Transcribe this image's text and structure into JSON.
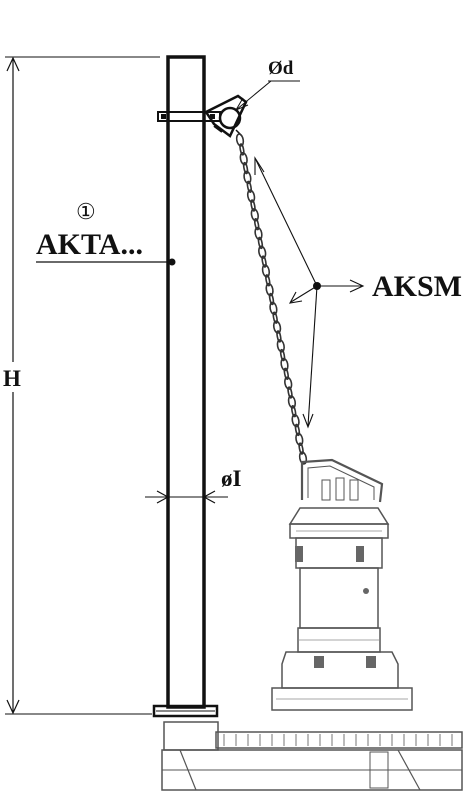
{
  "labels": {
    "item_number": "①",
    "pipe_label": "AKTA...",
    "chain_label": "AKSM",
    "height_label": "H",
    "pipe_diameter_label": "øI",
    "ring_diameter_label": "Ød"
  },
  "icons": {
    "pump": "submersible-pump-drawing",
    "chain": "lifting-chain",
    "pipe": "guide-pipe"
  }
}
